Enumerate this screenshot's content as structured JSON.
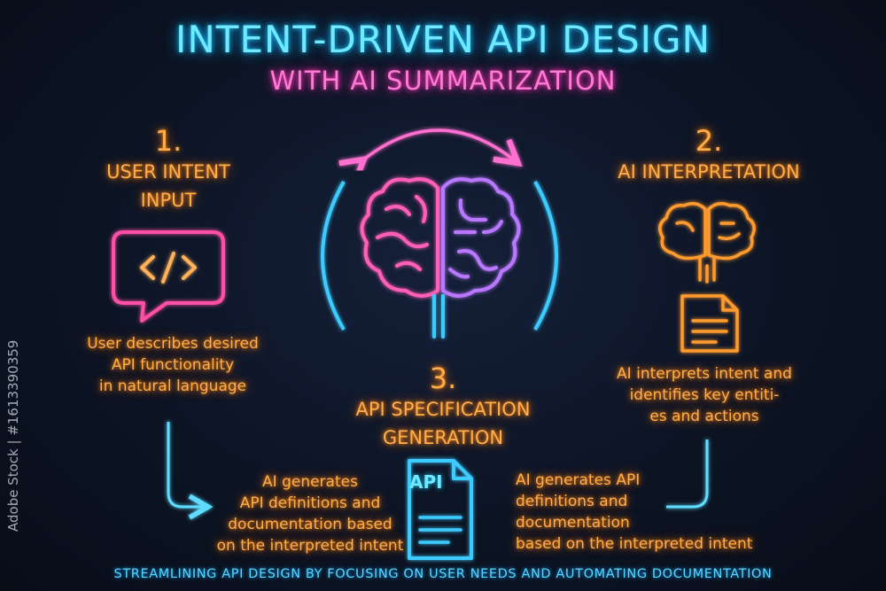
{
  "header": {
    "title": "INTENT-DRIVEN API DESIGN",
    "subtitle": "WITH AI SUMMARIZATION"
  },
  "steps": [
    {
      "number": "1.",
      "title_line1": "USER INTENT",
      "title_line2": "INPUT",
      "icon": "code-chat-bubble-icon",
      "description": [
        "User describes desired",
        "API functionality",
        "in natural language"
      ]
    },
    {
      "number": "2.",
      "title_line1": "AI INTERPRETATION",
      "icon": "brain-document-icon",
      "description": [
        "AI interprets intent and",
        "identifies key entiti-",
        "es and actions"
      ]
    },
    {
      "number": "3.",
      "title_line1": "API SPECIFICATION",
      "title_line2": "GENERATION",
      "icon": "api-document-icon",
      "doc_label": "API"
    }
  ],
  "center": {
    "icon": "brain-icon"
  },
  "notes": {
    "left": [
      "AI generates",
      "API definitions and",
      "documentation based",
      "on the interpreted intent"
    ],
    "right": [
      "AI generates API",
      "definitions and",
      "documentation",
      "based on the interpreted intent"
    ]
  },
  "footer": "STREAMLINING API DESIGN BY FOCUSING ON USER NEEDS AND AUTOMATING DOCUMENTATION",
  "watermark": "Adobe Stock | #1613390359",
  "colors": {
    "cyan": "#6fe9ff",
    "pink": "#ff7ad6",
    "orange": "#ffae4a",
    "background": "#0c1424"
  }
}
